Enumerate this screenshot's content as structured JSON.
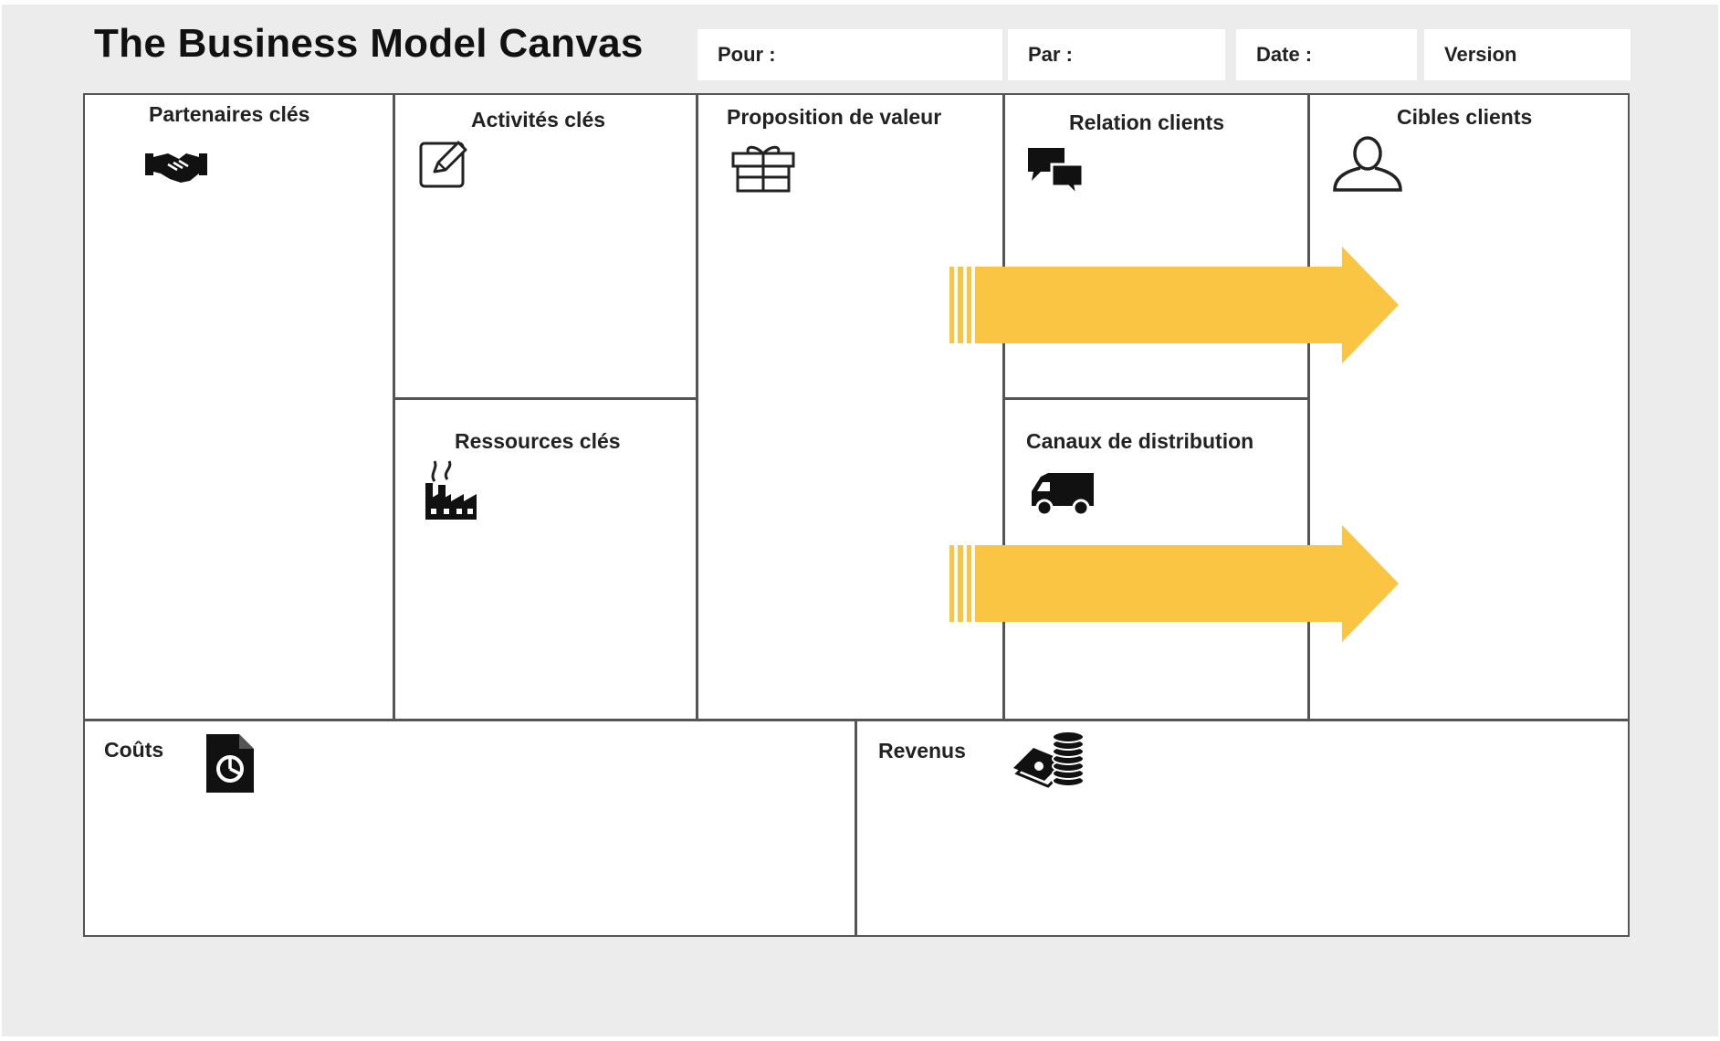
{
  "header": {
    "title": "The Business Model Canvas",
    "fields": {
      "pour": "Pour :",
      "par": "Par :",
      "date": "Date :",
      "version": "Version"
    }
  },
  "blocks": {
    "partenaires": {
      "label": "Partenaires clés",
      "icon": "handshake-icon"
    },
    "activites": {
      "label": "Activités clés",
      "icon": "pencil-note-icon"
    },
    "ressources": {
      "label": "Ressources clés",
      "icon": "factory-icon"
    },
    "proposition": {
      "label": "Proposition de valeur",
      "icon": "gift-icon"
    },
    "relation": {
      "label": "Relation clients",
      "icon": "speech-bubbles-icon"
    },
    "canaux": {
      "label": "Canaux de distribution",
      "icon": "delivery-truck-icon"
    },
    "cibles": {
      "label": "Cibles clients",
      "icon": "person-outline-icon"
    },
    "couts": {
      "label": "Coûts",
      "icon": "pie-chart-document-icon"
    },
    "revenus": {
      "label": "Revenus",
      "icon": "money-coins-icon"
    }
  },
  "colors": {
    "arrow": "#f9c543",
    "background": "#ececec",
    "border": "#555555"
  }
}
